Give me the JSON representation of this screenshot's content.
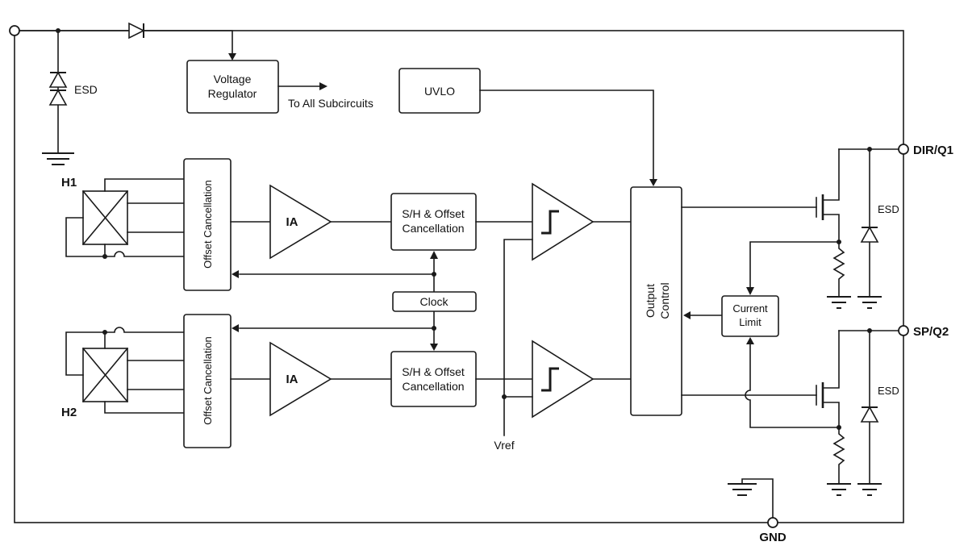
{
  "diagram": {
    "pins": {
      "dir_q1": "DIR/Q1",
      "sp_q2": "SP/Q2",
      "gnd": "GND"
    },
    "labels": {
      "h1": "H1",
      "h2": "H2",
      "esd_supply": "ESD",
      "esd_q1": "ESD",
      "esd_q2": "ESD",
      "to_all_subcircuits": "To All Subcircuits",
      "vref": "Vref"
    },
    "blocks": {
      "voltage_regulator": {
        "line1": "Voltage",
        "line2": "Regulator"
      },
      "uvlo": {
        "label": "UVLO"
      },
      "offset_cancellation_top": {
        "label": "Offset Cancellation"
      },
      "offset_cancellation_bottom": {
        "label": "Offset Cancellation"
      },
      "ia_top": {
        "label": "IA"
      },
      "ia_bottom": {
        "label": "IA"
      },
      "sh_offset_top": {
        "line1": "S/H & Offset",
        "line2": "Cancellation"
      },
      "sh_offset_bottom": {
        "line1": "S/H & Offset",
        "line2": "Cancellation"
      },
      "clock": {
        "label": "Clock"
      },
      "output_control": {
        "line1": "Output",
        "line2": "Control"
      },
      "current_limit": {
        "line1": "Current",
        "line2": "Limit"
      }
    },
    "colors": {
      "line": "#1a1a1a",
      "background": "#ffffff"
    }
  }
}
